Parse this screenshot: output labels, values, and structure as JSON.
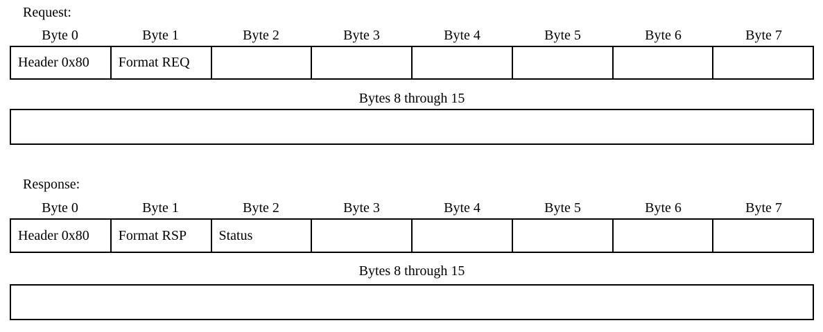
{
  "colors": {
    "background": "#ffffff",
    "border": "#000000",
    "text": "#000000"
  },
  "sections": [
    {
      "label": "Request:",
      "byte_headers": [
        "Byte 0",
        "Byte 1",
        "Byte 2",
        "Byte 3",
        "Byte 4",
        "Byte 5",
        "Byte 6",
        "Byte 7"
      ],
      "byte_cells": [
        "Header 0x80",
        "Format REQ",
        "",
        "",
        "",
        "",
        "",
        ""
      ],
      "wide_row_label": "Bytes 8 through 15",
      "wide_row_value": ""
    },
    {
      "label": "Response:",
      "byte_headers": [
        "Byte 0",
        "Byte 1",
        "Byte 2",
        "Byte 3",
        "Byte 4",
        "Byte 5",
        "Byte 6",
        "Byte 7"
      ],
      "byte_cells": [
        "Header 0x80",
        "Format RSP",
        "Status",
        "",
        "",
        "",
        "",
        ""
      ],
      "wide_row_label": "Bytes 8 through 15",
      "wide_row_value": ""
    }
  ]
}
